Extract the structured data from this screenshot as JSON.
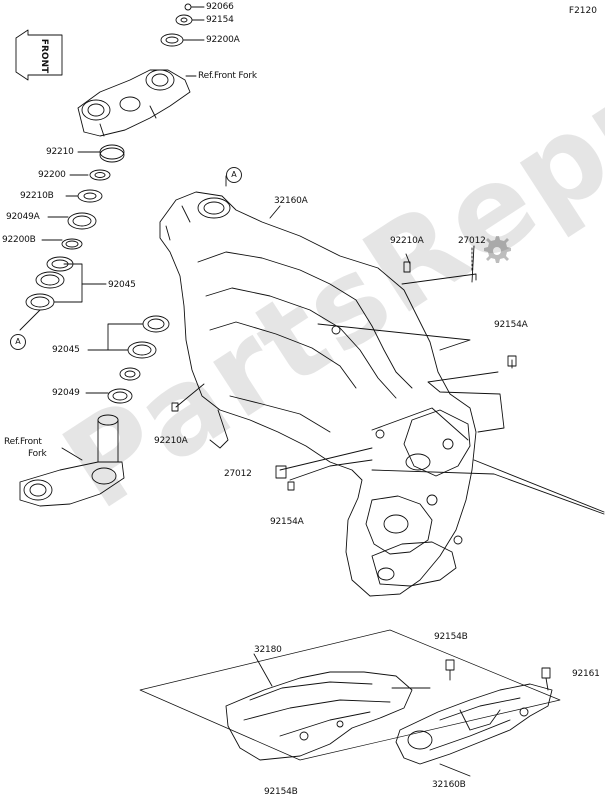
{
  "page_code": "F2120",
  "front_label": "FRONT",
  "watermark": "PartsRepublik",
  "callouts": {
    "A_top": "A",
    "A_left": "A"
  },
  "labels": {
    "p92066": "92066",
    "p92154": "92154",
    "p92200A": "92200A",
    "ref_front_fork_top": "Ref.Front Fork",
    "p92210": "92210",
    "p92200": "92200",
    "p92210B": "92210B",
    "p92049A": "92049A",
    "p92200B": "92200B",
    "p92045_a": "92045",
    "p92045_b": "92045",
    "p92049": "92049",
    "ref_front_fork_bottom_1": "Ref.Front",
    "ref_front_fork_bottom_2": "Fork",
    "p32160A": "32160A",
    "p92210A": "92210A",
    "p27012_top": "27012",
    "p92154A_right": "92154A",
    "p92210A_left": "92210A",
    "p27012_mid": "27012",
    "p92154A_mid": "92154A",
    "p32180": "32180",
    "p92154B_right": "92154B",
    "p92161": "92161",
    "p32160B": "32160B",
    "p92154B_bottom": "92154B"
  }
}
